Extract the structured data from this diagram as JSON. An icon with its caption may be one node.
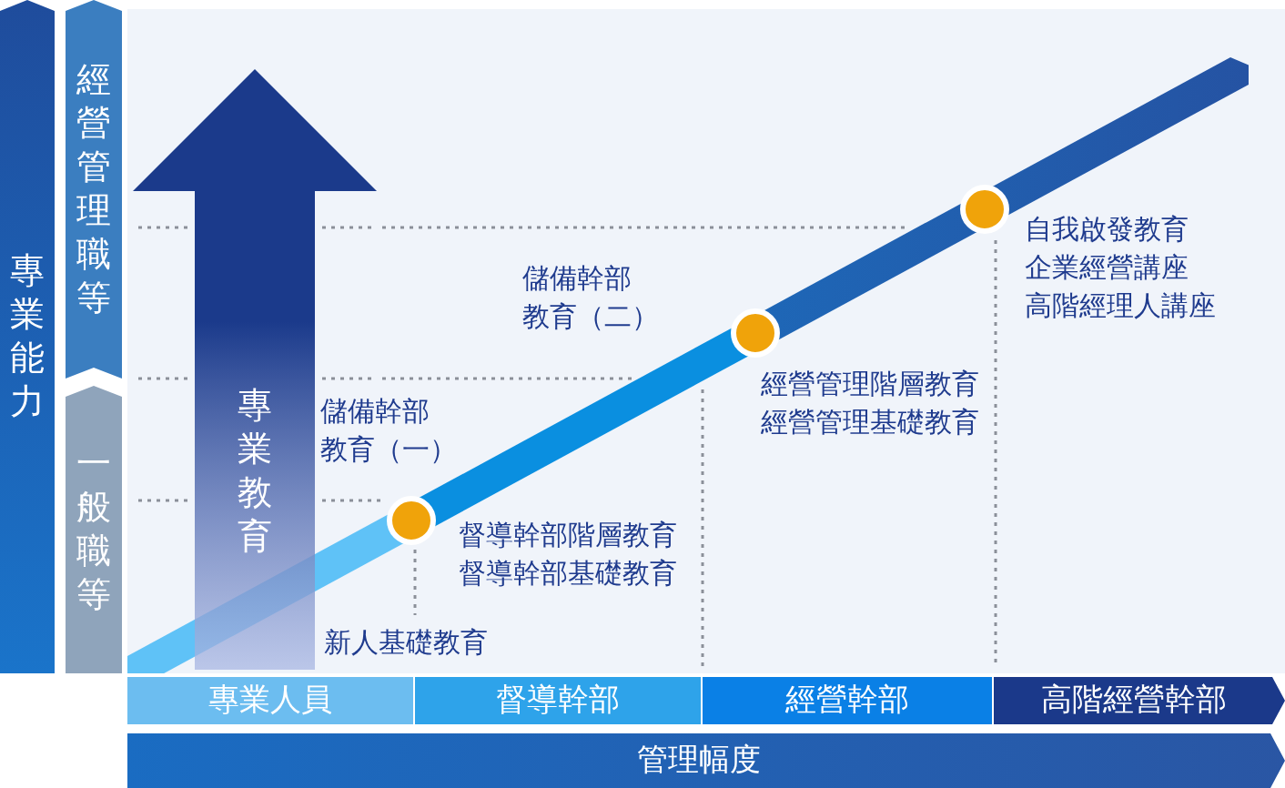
{
  "diagram": {
    "nodes": [
      {
        "text": [
          "專業能力"
        ]
      },
      {
        "text": [
          "經營管理職等"
        ]
      },
      {
        "text": [
          "一般職等"
        ]
      },
      {
        "text": [
          "專業教育"
        ]
      },
      {
        "text": [
          "專業人員"
        ]
      },
      {
        "text": [
          "督導幹部"
        ]
      },
      {
        "text": [
          "經營幹部"
        ]
      },
      {
        "text": [
          "高階經營幹部"
        ]
      },
      {
        "text": [
          "管理幅度"
        ]
      }
    ],
    "labels": [
      "新人基礎教育",
      "儲備幹部教育（一）",
      "督導幹部階層教育",
      "督導幹部基礎教育",
      "儲備幹部教育（二）",
      "經營管理階層教育",
      "經營管理基礎教育",
      "自我啟發教育",
      "企業經營講座",
      "高階經理人講座"
    ]
  }
}
